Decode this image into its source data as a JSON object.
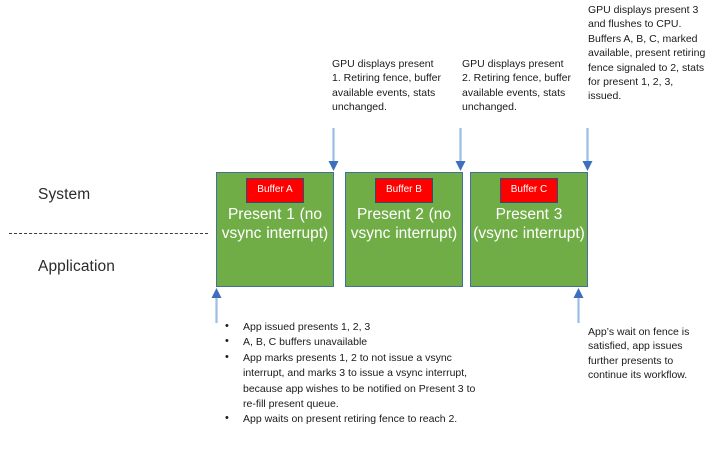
{
  "lanes": {
    "system_label": "System",
    "application_label": "Application"
  },
  "colors": {
    "present_fill": "#70AD47",
    "present_border": "#41719C",
    "buffer_fill": "#FF0000",
    "buffer_border": "#2F4F78",
    "arrow": "#7BA4DB",
    "text": "#1A1A1A"
  },
  "presents": [
    {
      "buffer_label": "Buffer A",
      "title": "Present 1 (no vsync interrupt)"
    },
    {
      "buffer_label": "Buffer B",
      "title": "Present 2 (no vsync interrupt)"
    },
    {
      "buffer_label": "Buffer C",
      "title": "Present 3 (vsync interrupt)"
    }
  ],
  "notes": {
    "present1": "GPU displays present 1. Retiring fence, buffer available events, stats unchanged.",
    "present2": "GPU displays present 2. Retiring fence, buffer available events, stats unchanged.",
    "present3": "GPU displays present 3 and flushes to CPU. Buffers A, B, C, marked available, present retiring fence signaled to 2, stats for present 1, 2, 3, issued.",
    "app_wait": "App’s wait on fence is satisfied, app issues further presents to continue its workflow."
  },
  "bullets": [
    "App issued presents 1, 2, 3",
    "A, B, C buffers unavailable",
    "App marks presents 1, 2 to not issue a vsync interrupt, and marks 3 to issue a vsync interrupt, because app wishes to be notified on Present 3 to re-fill present queue.",
    "App waits on present retiring fence to reach 2."
  ]
}
